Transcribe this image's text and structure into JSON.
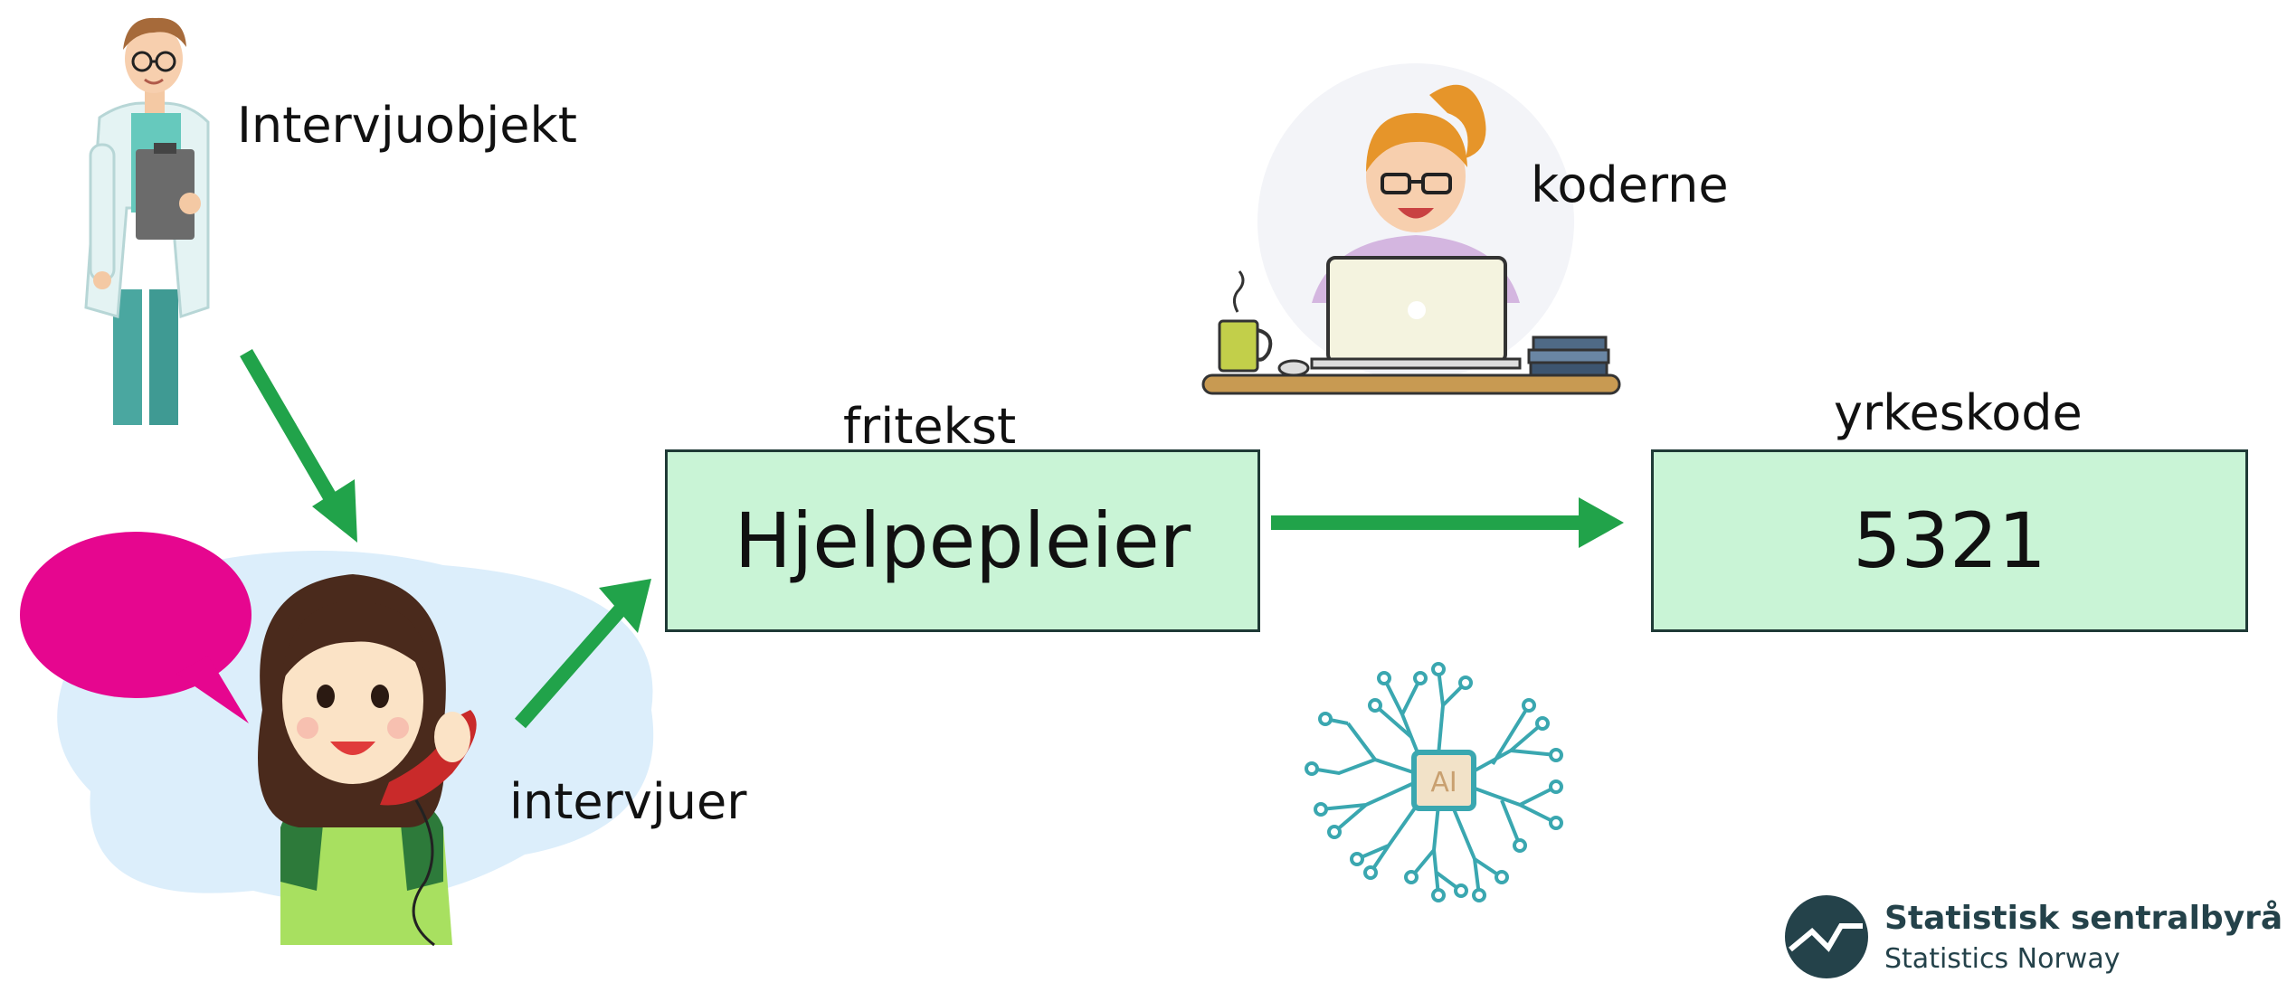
{
  "labels": {
    "interviewee": "Intervjuobjekt",
    "interviewer": "intervjuer",
    "coders": "koderne",
    "freetext_heading": "fritekst",
    "code_heading": "yrkeskode"
  },
  "boxes": {
    "freetext_value": "Hjelpepleier",
    "code_value": "5321"
  },
  "ai_chip_text": "AI",
  "logo": {
    "name": "Statistisk sentralbyrå",
    "subtitle": "Statistics Norway"
  },
  "colors": {
    "arrow": "#21a34a",
    "box_fill": "#c9f4d6",
    "box_border": "#1f3a36",
    "speech_bubble": "#e6068f",
    "circuit": "#3aa7b0",
    "logo_dark": "#24424a"
  },
  "icons": {
    "interviewee": "doctor-with-clipboard-icon",
    "interviewer": "woman-on-phone-icon",
    "coder": "woman-at-laptop-icon",
    "ai": "ai-circuit-brain-icon"
  }
}
